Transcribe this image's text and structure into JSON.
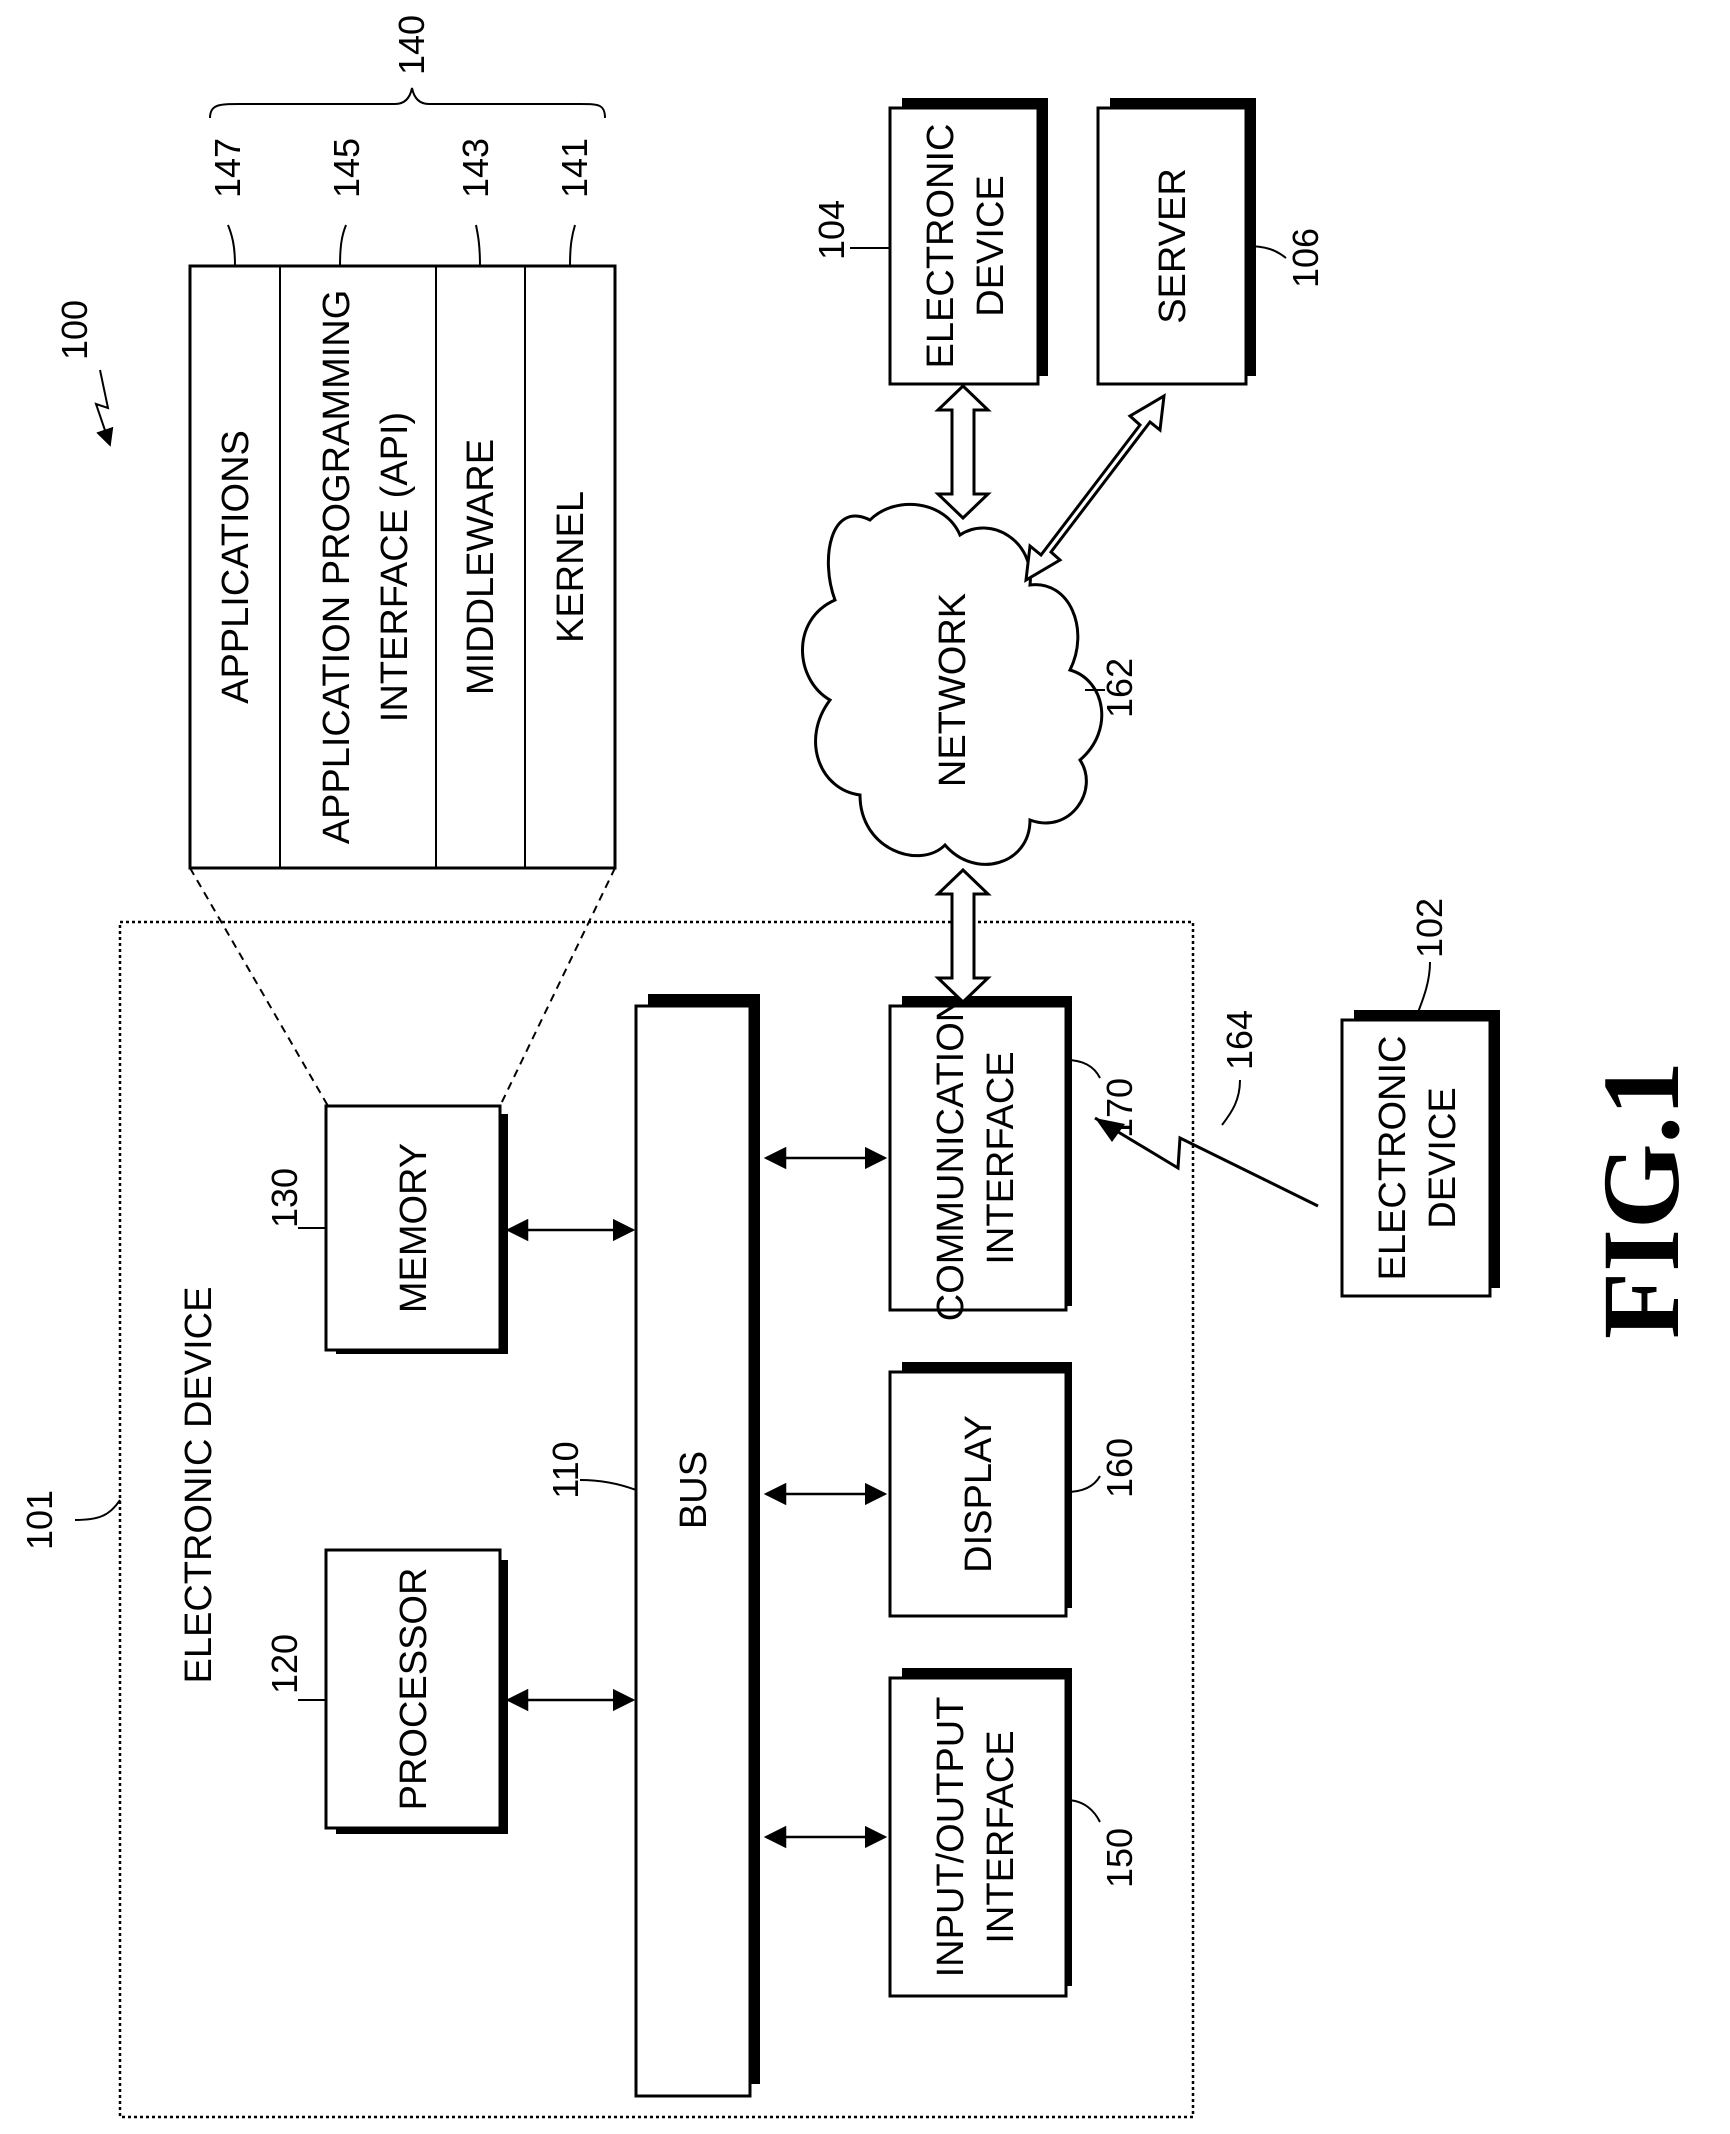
{
  "figure_label": "FIG.1",
  "refs": {
    "system": "100",
    "electronic_device_main": "101",
    "bus": "110",
    "processor": "120",
    "memory": "130",
    "programs": "140",
    "kernel": "141",
    "middleware": "143",
    "api": "145",
    "applications": "147",
    "io_interface": "150",
    "display": "160",
    "communication_interface": "170",
    "network": "162",
    "wireless_link": "164",
    "electronic_device_102": "102",
    "electronic_device_104": "104",
    "server": "106"
  },
  "labels": {
    "electronic_device_main": "ELECTRONIC DEVICE",
    "processor": "PROCESSOR",
    "memory": "MEMORY",
    "bus": "BUS",
    "io_line1": "INPUT/OUTPUT",
    "io_line2": "INTERFACE",
    "display": "DISPLAY",
    "comm_line1": "COMMUNICATION",
    "comm_line2": "INTERFACE",
    "applications": "APPLICATIONS",
    "api_line1": "APPLICATION PROGRAMMING",
    "api_line2": "INTERFACE (API)",
    "middleware": "MIDDLEWARE",
    "kernel": "KERNEL",
    "network": "NETWORK",
    "ed104_line1": "ELECTRONIC",
    "ed104_line2": "DEVICE",
    "server": "SERVER",
    "ed102_line1": "ELECTRONIC",
    "ed102_line2": "DEVICE"
  }
}
